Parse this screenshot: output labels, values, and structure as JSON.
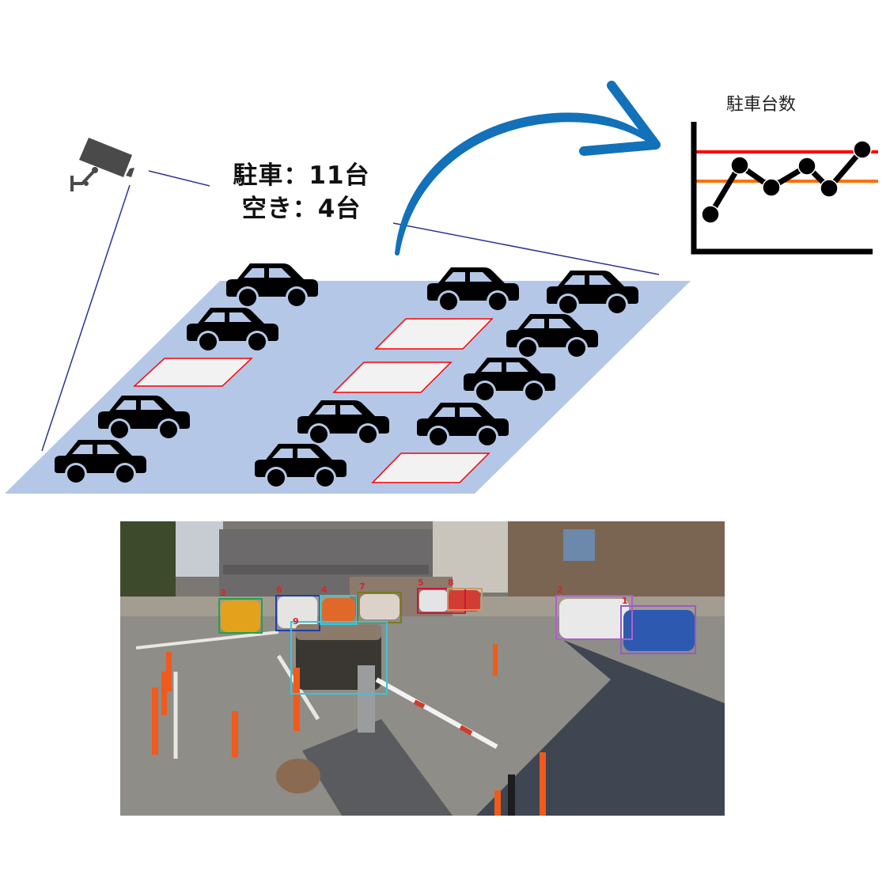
{
  "camera": {
    "icon": "security-camera-icon",
    "color": "#4a4a4a"
  },
  "count_panel": {
    "parked_line": "駐車：11台",
    "empty_line": "空き：4台",
    "parked_count": 11,
    "empty_count": 4
  },
  "arrow": {
    "icon": "curved-arrow-icon",
    "color": "#1271b9"
  },
  "lot_diagram": {
    "surface_color": "#b4c7e7",
    "car_icon": "car-icon",
    "parked_cars": 11,
    "empty_slots": 4,
    "empty_slot_fill": "#f2f2f2",
    "empty_slot_border": "#ff0000",
    "view_line_color": "#2e3192"
  },
  "chart_data": {
    "type": "line",
    "title": "駐車台数",
    "xlabel": "",
    "ylabel": "",
    "x": [
      1,
      2,
      3,
      4,
      5,
      6
    ],
    "series": [
      {
        "name": "駐車台数",
        "values": [
          4,
          8,
          6.5,
          8,
          6.5,
          10
        ],
        "color": "#000000"
      }
    ],
    "reference_lines": [
      {
        "name": "upper-threshold",
        "value": 9.5,
        "color": "#ff0000"
      },
      {
        "name": "lower-threshold",
        "value": 7,
        "color": "#ff7000"
      }
    ],
    "ylim": [
      0,
      12
    ],
    "grid": false,
    "legend": "none"
  },
  "photo": {
    "description": "parking lot camera view with vehicle detections",
    "detections": [
      {
        "label": "3",
        "color": "#22a34a"
      },
      {
        "label": "6",
        "color": "#1f3fa8"
      },
      {
        "label": "4",
        "color": "#3cc4d8"
      },
      {
        "label": "7",
        "color": "#7a7a1e"
      },
      {
        "label": "5",
        "color": "#c8183a"
      },
      {
        "label": "8",
        "color": "#c89a6a"
      },
      {
        "label": "9",
        "color": "#3cc4d8"
      },
      {
        "label": "2",
        "color": "#b05ed0"
      },
      {
        "label": "1",
        "color": "#9a58c8"
      }
    ]
  }
}
